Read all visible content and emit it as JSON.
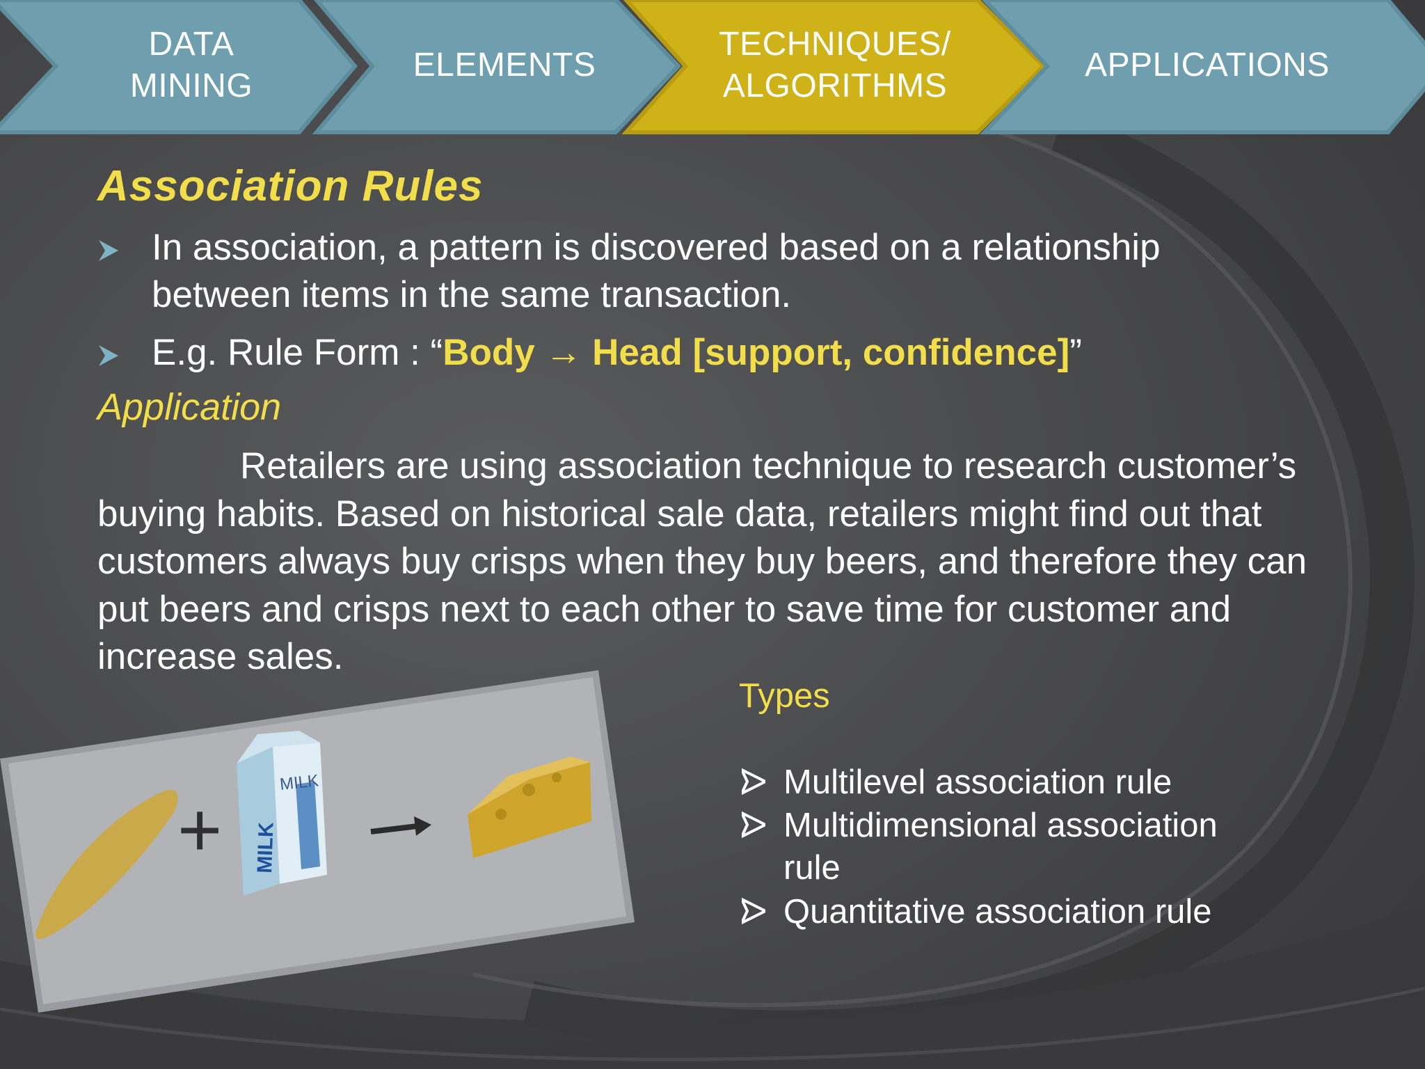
{
  "nav": {
    "steps": [
      {
        "label": "DATA\nMINING",
        "active": false
      },
      {
        "label": "ELEMENTS",
        "active": false
      },
      {
        "label": "TECHNIQUES/\nALGORITHMS",
        "active": true
      },
      {
        "label": "APPLICATIONS",
        "active": false
      }
    ]
  },
  "content": {
    "heading": "Association Rules",
    "bullets": {
      "b1": "In association, a pattern is discovered based on a relationship between items in the same transaction.",
      "b2_prefix": "E.g. Rule Form : “",
      "b2_rule": "Body → Head [support, confidence]",
      "b2_suffix": "”"
    },
    "application_heading": "Application",
    "application_text": "Retailers are using association technique to research customer’s buying habits. Based on historical sale data, retailers might find out that customers always buy crisps when they buy beers, and therefore they can put beers and crisps next to each other to save time for customer and increase sales.",
    "types_heading": "Types",
    "types": [
      "Multilevel association rule",
      "Multidimensional association\nrule",
      "Quantitative association rule"
    ]
  },
  "illustration": {
    "carton_text_side": "MILK",
    "carton_text_front": "MILK",
    "plus": "+"
  },
  "colors": {
    "nav_inactive": "#6f9fae",
    "nav_active": "#cfb118",
    "accent_yellow": "#f2dd4a",
    "text": "#ffffff",
    "background": "#48494b"
  }
}
